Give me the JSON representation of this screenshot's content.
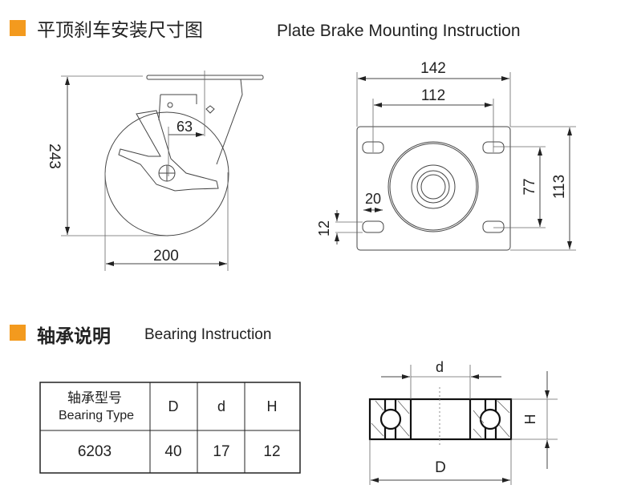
{
  "section1": {
    "title_cn": "平顶刹车安装尺寸图",
    "title_en": "Plate Brake Mounting Instruction",
    "accent_color": "#F39A1E"
  },
  "caster_dims": {
    "height": "243",
    "width": "200",
    "offset": "63"
  },
  "plate_dims": {
    "outer_width": "142",
    "hole_spacing_x": "112",
    "hole_spacing_y": "77",
    "outer_height": "113",
    "slot_length": "20",
    "slot_width": "12"
  },
  "section2": {
    "title_cn": "轴承说明",
    "title_en": "Bearing Instruction"
  },
  "table": {
    "header_cn": "轴承型号",
    "header_en": "Bearing Type",
    "columns": [
      "D",
      "d",
      "H"
    ],
    "rows": [
      {
        "type": "6203",
        "D": "40",
        "d": "17",
        "H": "12"
      }
    ]
  },
  "bearing_labels": {
    "d": "d",
    "H": "H",
    "D": "D"
  }
}
